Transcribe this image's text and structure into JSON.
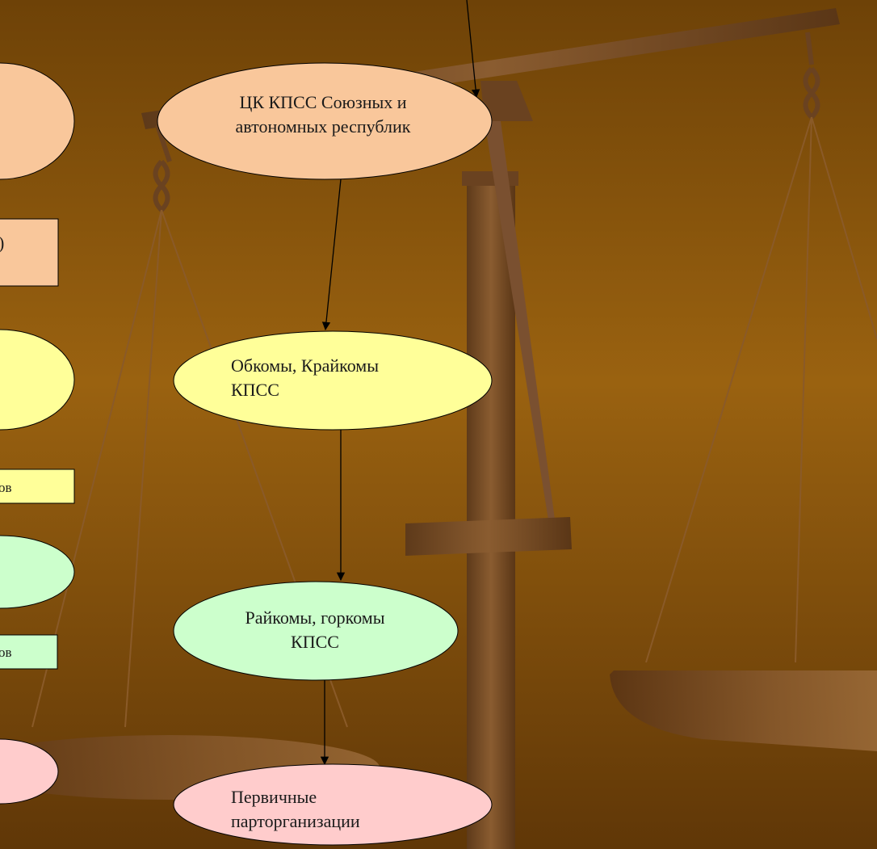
{
  "colors": {
    "background_top": "#7a4a08",
    "background_mid": "#9a6210",
    "background_bottom": "#5a3306",
    "scale_wood": "#7a5028",
    "peach": "#f9c79b",
    "yellow": "#ffff99",
    "green": "#ccffcc",
    "pink": "#ffcccc",
    "edge": "#000000"
  },
  "nodes": {
    "central_committee": {
      "line1": "ЦК КПСС Союзных и",
      "line2": "автономных республик"
    },
    "regional_committees": {
      "line1": "Обкомы, Крайкомы",
      "line2": "КПСС"
    },
    "district_committees": {
      "line1": "Райкомы, горкомы",
      "line2": "КПСС"
    },
    "primary_organizations": {
      "line1": "Первичные",
      "line2": "парторганизации"
    }
  },
  "left_column": {
    "box1_text": ")",
    "box2_text": "ов",
    "box3_text": "ов"
  }
}
